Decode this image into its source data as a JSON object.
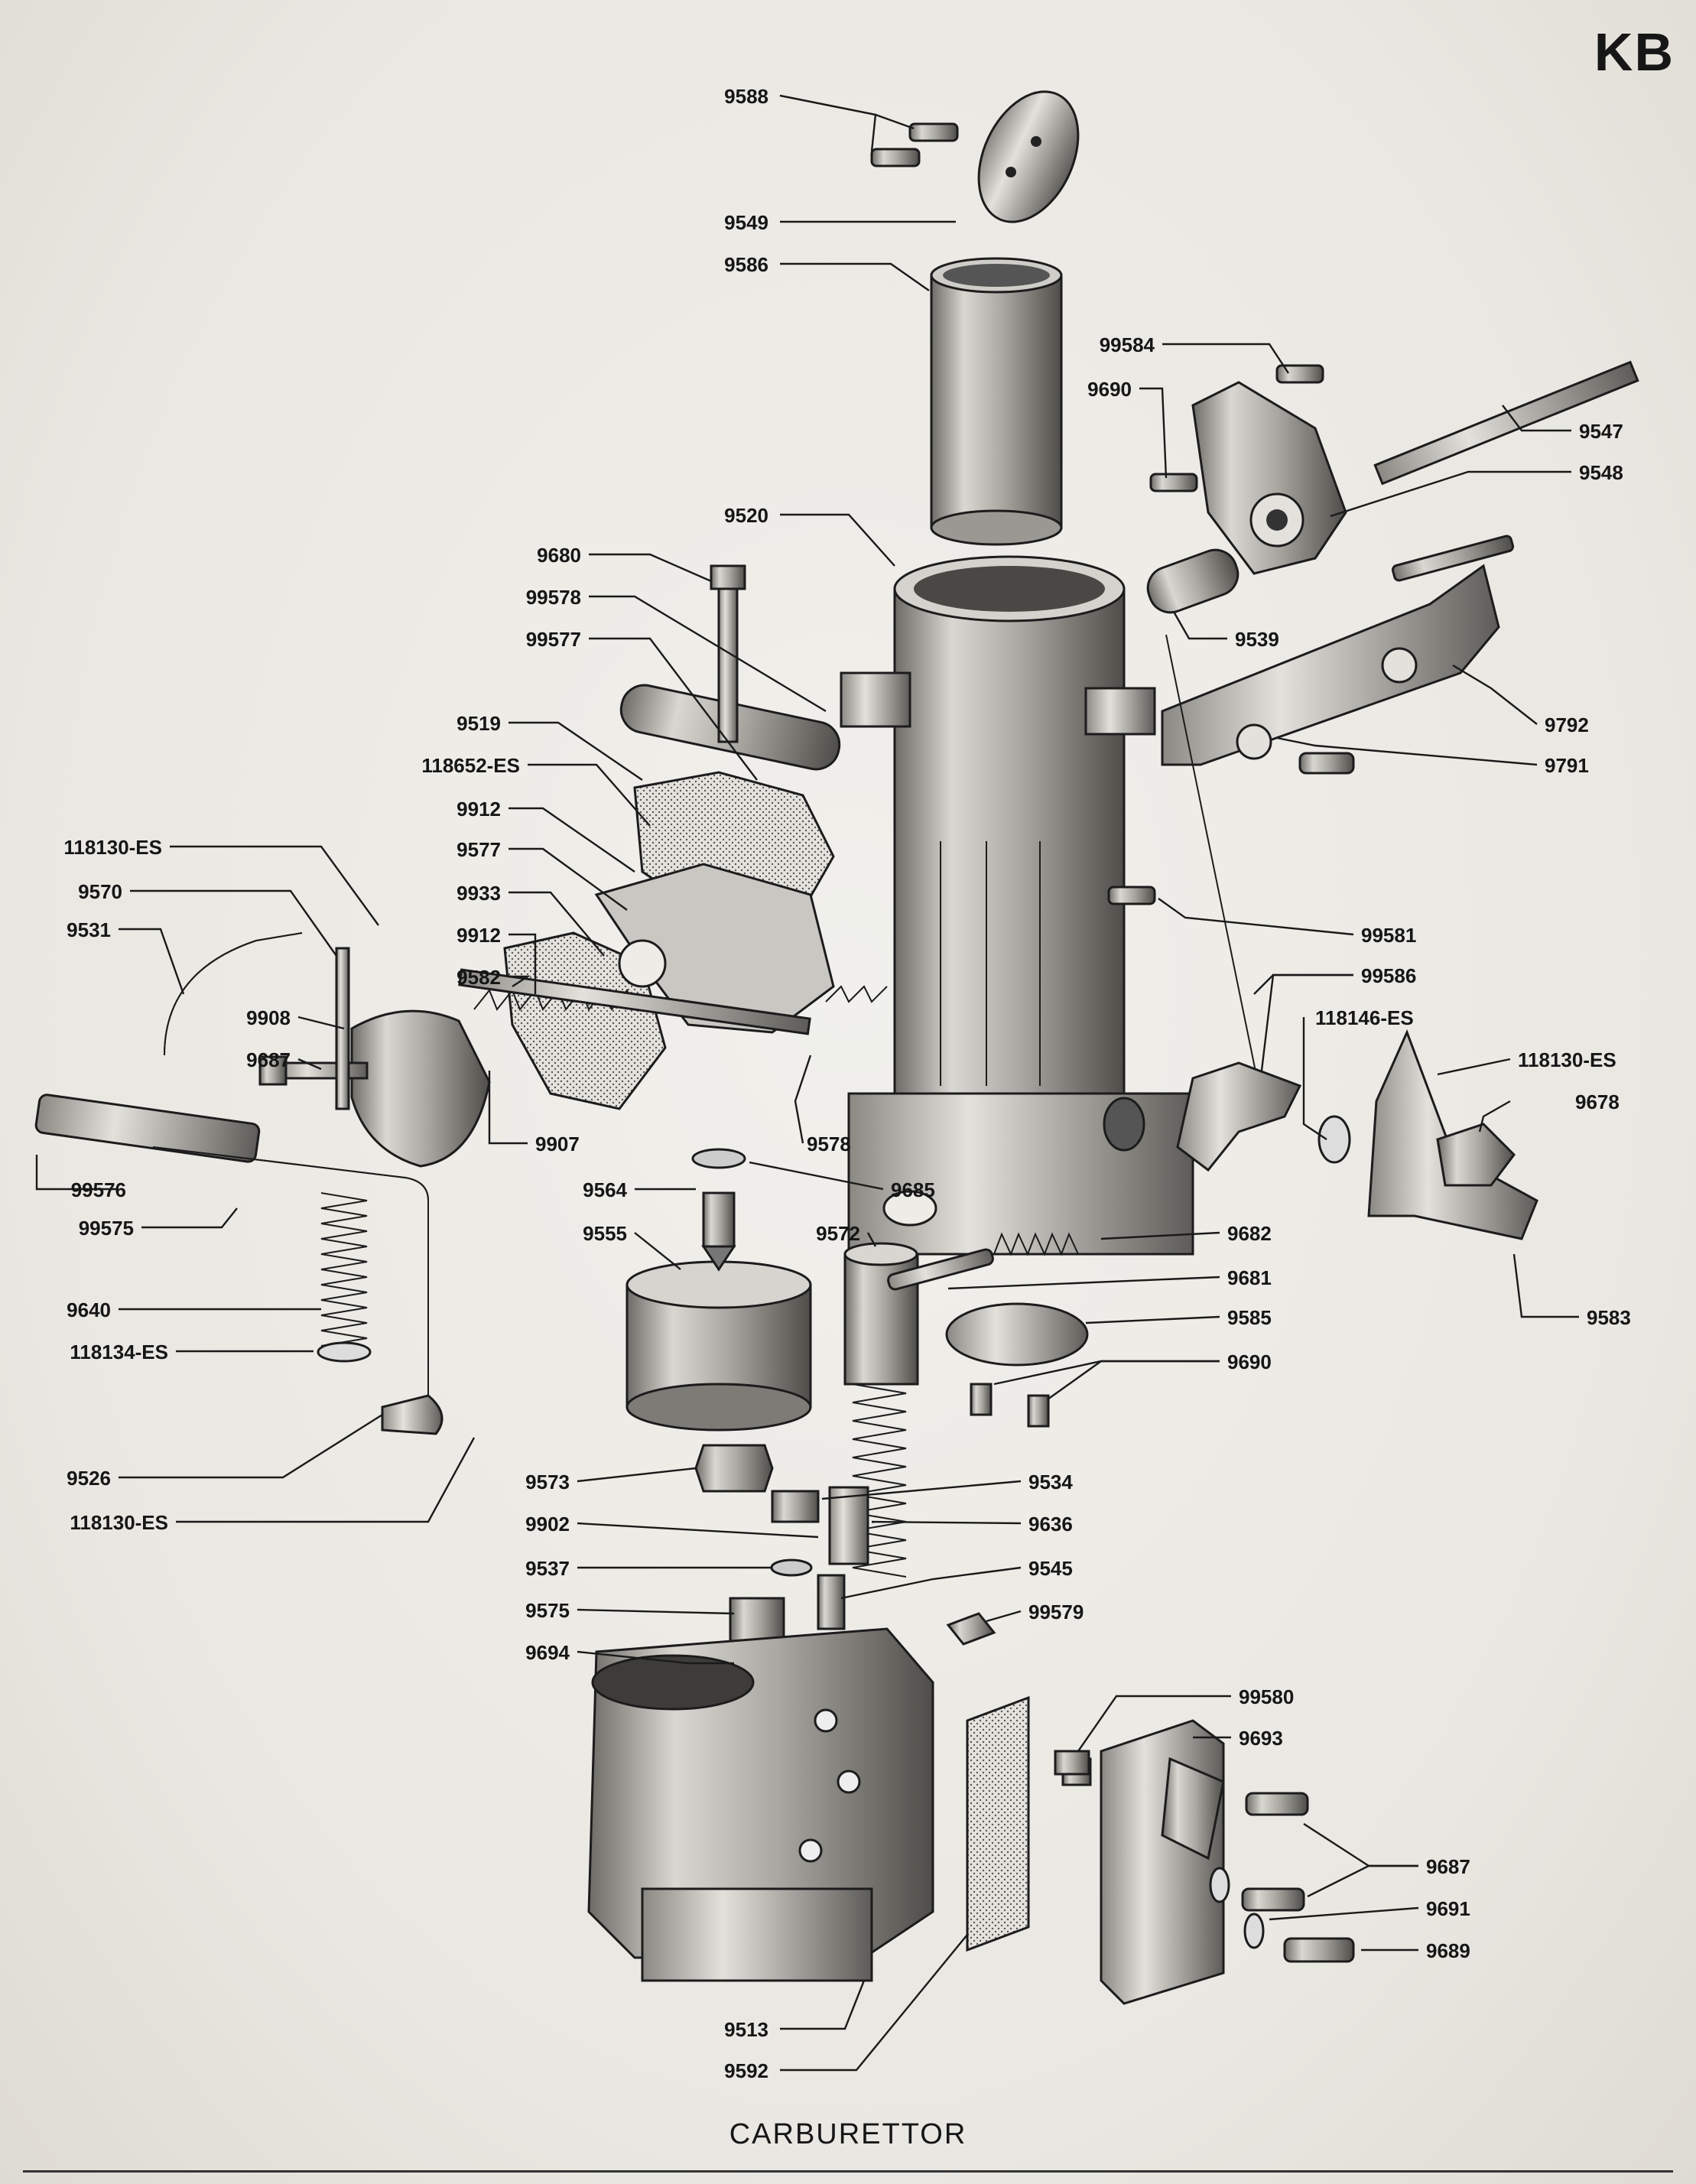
{
  "page": {
    "corner_mark": "KB",
    "caption": "CARBURETTOR"
  },
  "callouts": [
    "9588",
    "9549",
    "9586",
    "99584",
    "9690",
    "9547",
    "9548",
    "9520",
    "9680",
    "99578",
    "99577",
    "9539",
    "9792",
    "9791",
    "9519",
    "118652-ES",
    "9912",
    "9577",
    "9933",
    "9912",
    "9582",
    "118130-ES",
    "9570",
    "9531",
    "9908",
    "9687",
    "99576",
    "99575",
    "9640",
    "118134-ES",
    "9526",
    "118130-ES",
    "9907",
    "9578",
    "9685",
    "9564",
    "9555",
    "9572",
    "9682",
    "9681",
    "9585",
    "9690",
    "99581",
    "99586",
    "118146-ES",
    "118130-ES",
    "9678",
    "9583",
    "9573",
    "9534",
    "9902",
    "9636",
    "9537",
    "9545",
    "9575",
    "99579",
    "9694",
    "99580",
    "9693",
    "9687",
    "9691",
    "9689",
    "9513",
    "9592"
  ],
  "colors": {
    "ink": "#161616",
    "paper": "#ecebe6",
    "shade": "#b8b6b0",
    "dark_shade": "#8e8c86"
  }
}
